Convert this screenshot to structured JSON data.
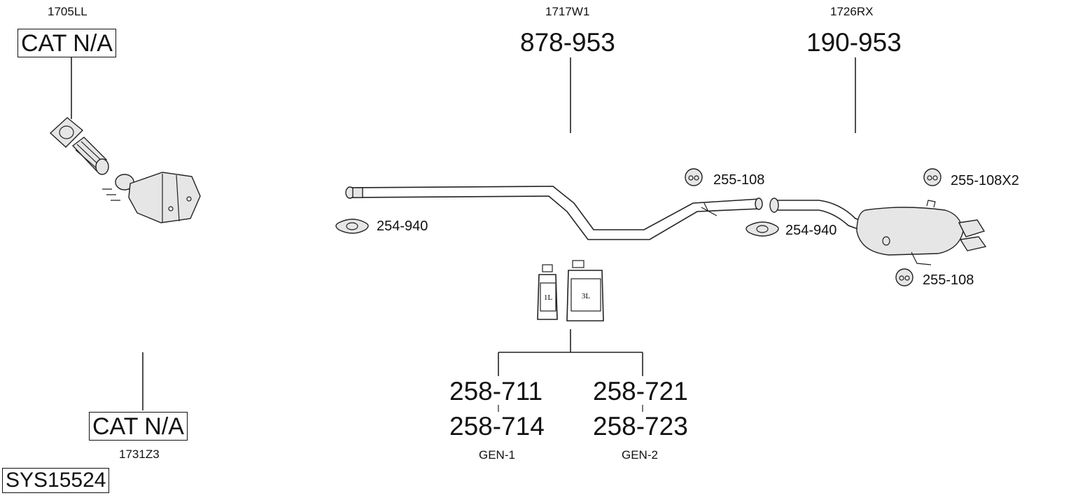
{
  "parts": {
    "cat_front": {
      "code": "1705LL",
      "label": "CAT N/A"
    },
    "cat_rear": {
      "code": "1731Z3",
      "label": "CAT N/A"
    },
    "middle_pipe": {
      "code": "1717W1",
      "number": "878-953"
    },
    "rear_silencer": {
      "code": "1726RX",
      "number": "190-953"
    },
    "clamp_left": {
      "number": "254-940"
    },
    "clamp_right": {
      "number": "254-940"
    },
    "rubber_mid": {
      "number": "255-108"
    },
    "rubber_top_right": {
      "number": "255-108X2"
    },
    "rubber_bottom_right": {
      "number": "255-108"
    }
  },
  "paste": {
    "bottle_small_label": "1L",
    "bottle_large_label": "3L",
    "gen1": {
      "top": "258-711",
      "bottom": "258-714",
      "name": "GEN-1"
    },
    "gen2": {
      "top": "258-721",
      "bottom": "258-723",
      "name": "GEN-2"
    }
  },
  "system_id": "SYS15524"
}
